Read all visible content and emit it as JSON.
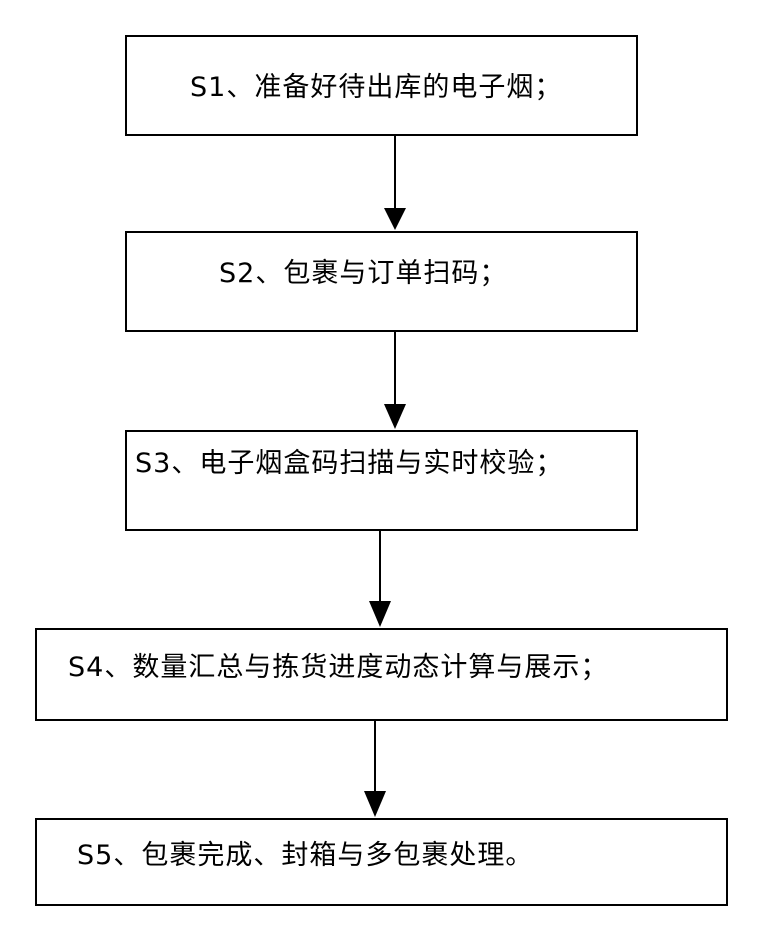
{
  "flowchart": {
    "steps": [
      {
        "id": "S1",
        "text": "S1、准备好待出库的电子烟；"
      },
      {
        "id": "S2",
        "text": "S2、包裹与订单扫码；"
      },
      {
        "id": "S3",
        "text": "S3、电子烟盒码扫描与实时校验；"
      },
      {
        "id": "S4",
        "text": "S4、数量汇总与拣货进度动态计算与展示；"
      },
      {
        "id": "S5",
        "text": "S5、包裹完成、封箱与多包裹处理。"
      }
    ],
    "connections": [
      {
        "from": "S1",
        "to": "S2"
      },
      {
        "from": "S2",
        "to": "S3"
      },
      {
        "from": "S3",
        "to": "S4"
      },
      {
        "from": "S4",
        "to": "S5"
      }
    ]
  },
  "colors": {
    "line": "#000000",
    "box_fill": "#ffffff",
    "background": "#ffffff"
  }
}
